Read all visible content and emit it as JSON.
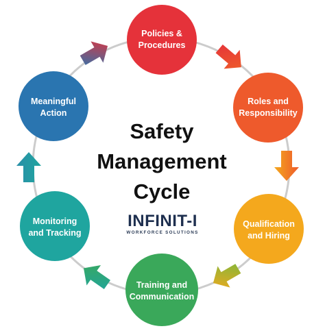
{
  "title": {
    "line1": "Safety",
    "line2": "Management",
    "line3": "Cycle"
  },
  "logo": {
    "name": "INFINIT-I",
    "tagline": "WORKFORCE SOLUTIONS"
  },
  "steps": [
    {
      "line1": "Policies &",
      "line2": "Procedures",
      "color": "#e5323a"
    },
    {
      "line1": "Roles and",
      "line2": "Responsibility",
      "color": "#ee5a2c"
    },
    {
      "line1": "Qualification",
      "line2": "and Hiring",
      "color": "#f4a81d"
    },
    {
      "line1": "Training and",
      "line2": "Communication",
      "color": "#3aa85a"
    },
    {
      "line1": "Monitoring",
      "line2": "and Tracking",
      "color": "#1fa59f"
    },
    {
      "line1": "Meaningful",
      "line2": "Action",
      "color": "#2a75b0"
    }
  ],
  "ring_color": "#cccccc"
}
